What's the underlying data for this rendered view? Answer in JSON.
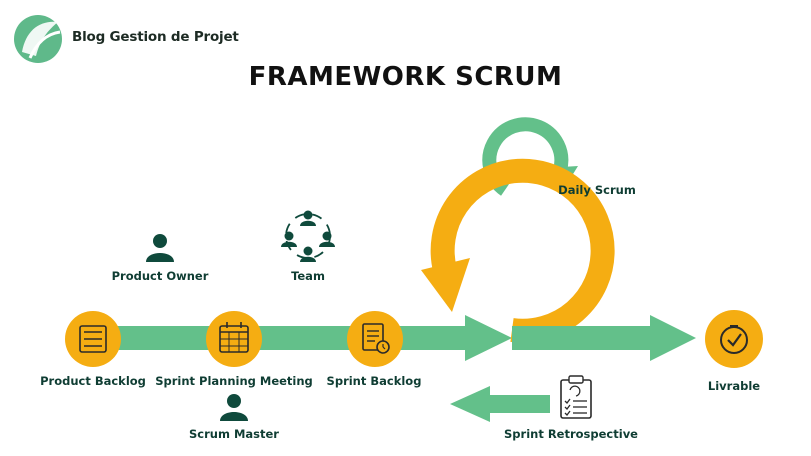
{
  "brand": {
    "name": "Blog Gestion de Projet"
  },
  "title": "FRAMEWORK SCRUM",
  "colors": {
    "accent_yellow": "#f5ad12",
    "flow_green": "#63c08a",
    "dark_green": "#0f4a3c",
    "logo_green": "#5fb98a"
  },
  "roles": {
    "product_owner": "Product Owner",
    "team": "Team",
    "scrum_master": "Scrum Master"
  },
  "steps": {
    "product_backlog": "Product Backlog",
    "sprint_planning": "Sprint Planning Meeting",
    "sprint_backlog": "Sprint Backlog",
    "daily_scrum": "Daily Scrum",
    "livrable": "Livrable",
    "sprint_retrospective": "Sprint Retrospective"
  },
  "icons": {
    "product_backlog": "list-icon",
    "sprint_planning": "calendar-icon",
    "sprint_backlog": "document-icon",
    "livrable": "check-icon",
    "product_owner": "person-icon",
    "team": "team-icon",
    "scrum_master": "person-icon",
    "sprint_retrospective": "clipboard-checklist-icon"
  }
}
